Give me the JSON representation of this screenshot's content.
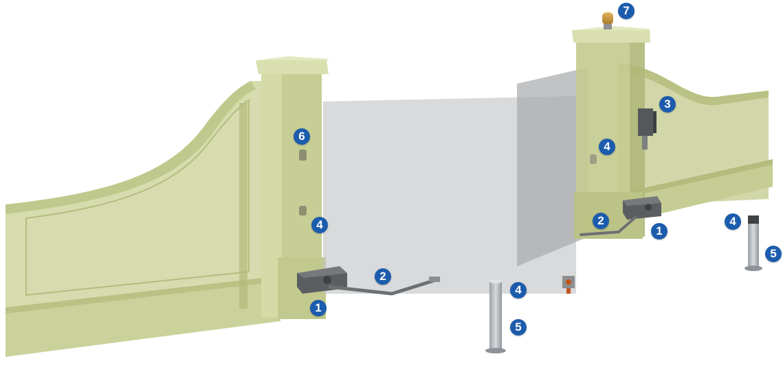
{
  "colors": {
    "badge": "#1c5cad",
    "wall": "#cfd6a0",
    "wall_shadow": "#b9c184",
    "wall_dark": "#a9b274",
    "gate": "#c2c4c5",
    "motor": "#5b5e60",
    "post": "#bcc2c7"
  },
  "callouts": [
    {
      "id": "c1-left",
      "number": "1",
      "label_of": "motor-left"
    },
    {
      "id": "c1-right",
      "number": "1",
      "label_of": "motor-right"
    },
    {
      "id": "c2-left",
      "number": "2",
      "label_of": "arm-left"
    },
    {
      "id": "c2-right",
      "number": "2",
      "label_of": "arm-right"
    },
    {
      "id": "c3",
      "number": "3",
      "label_of": "key-switch"
    },
    {
      "id": "c4-left-pillar",
      "number": "4",
      "label_of": "photocell-left-pillar"
    },
    {
      "id": "c4-right-pillar",
      "number": "4",
      "label_of": "photocell-right-pillar"
    },
    {
      "id": "c4-post-center",
      "number": "4",
      "label_of": "photocell-post-center"
    },
    {
      "id": "c4-post-right",
      "number": "4",
      "label_of": "photocell-post-right"
    },
    {
      "id": "c5-center",
      "number": "5",
      "label_of": "post-center"
    },
    {
      "id": "c5-right",
      "number": "5",
      "label_of": "post-right"
    },
    {
      "id": "c6",
      "number": "6",
      "label_of": "receiver-left"
    },
    {
      "id": "c7",
      "number": "7",
      "label_of": "flashing-lamp"
    }
  ]
}
